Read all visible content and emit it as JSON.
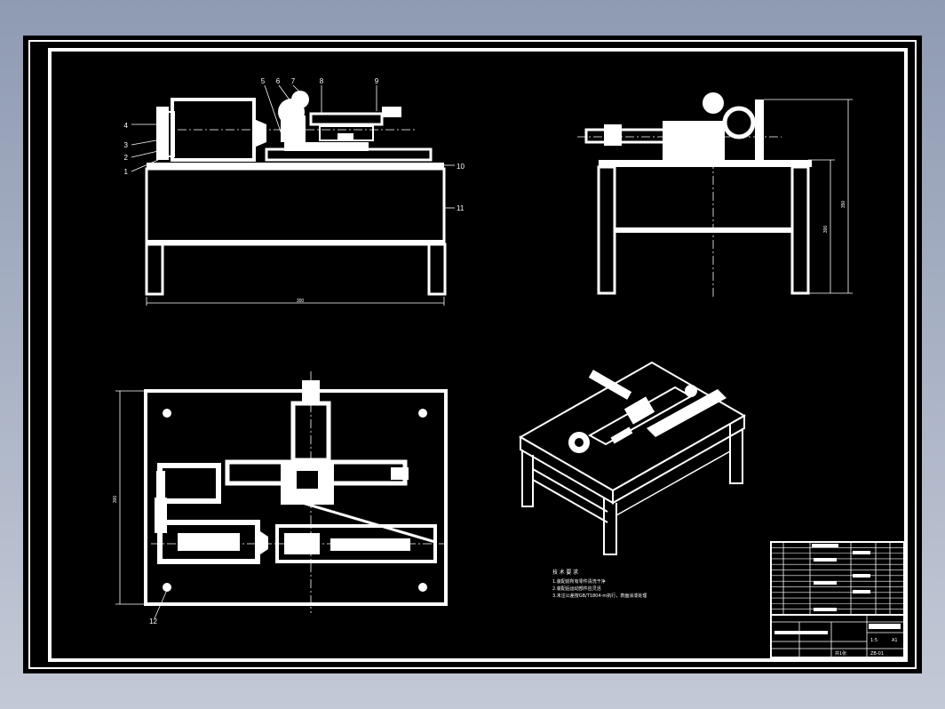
{
  "front_view": {
    "callouts": [
      "1",
      "2",
      "3",
      "4",
      "5",
      "6",
      "7",
      "8",
      "9",
      "10",
      "11"
    ],
    "width_dim": "300"
  },
  "side_view": {
    "height_dim_outer": "350",
    "height_dim_inner": "300"
  },
  "top_view": {
    "height_dim": "300",
    "callout_12": "12"
  },
  "tech_notes": {
    "heading": "技 术 要 求",
    "lines": [
      "1.装配前所有零件清洗干净",
      "2.装配后运动部件应灵活",
      "3.未注公差按GB/T1804-m执行，表面涂漆处理"
    ]
  },
  "title_block": {
    "rows": [
      "",
      "",
      "",
      "",
      "",
      "",
      "",
      "",
      "",
      "",
      "",
      "",
      ""
    ],
    "scale": "1:5",
    "sheet": "共1张",
    "drawing_no": "ZB-01",
    "mark": "A1"
  },
  "colors": {
    "paper": "#000000",
    "line": "#ffffff",
    "backdrop": "#a9b2c4"
  }
}
